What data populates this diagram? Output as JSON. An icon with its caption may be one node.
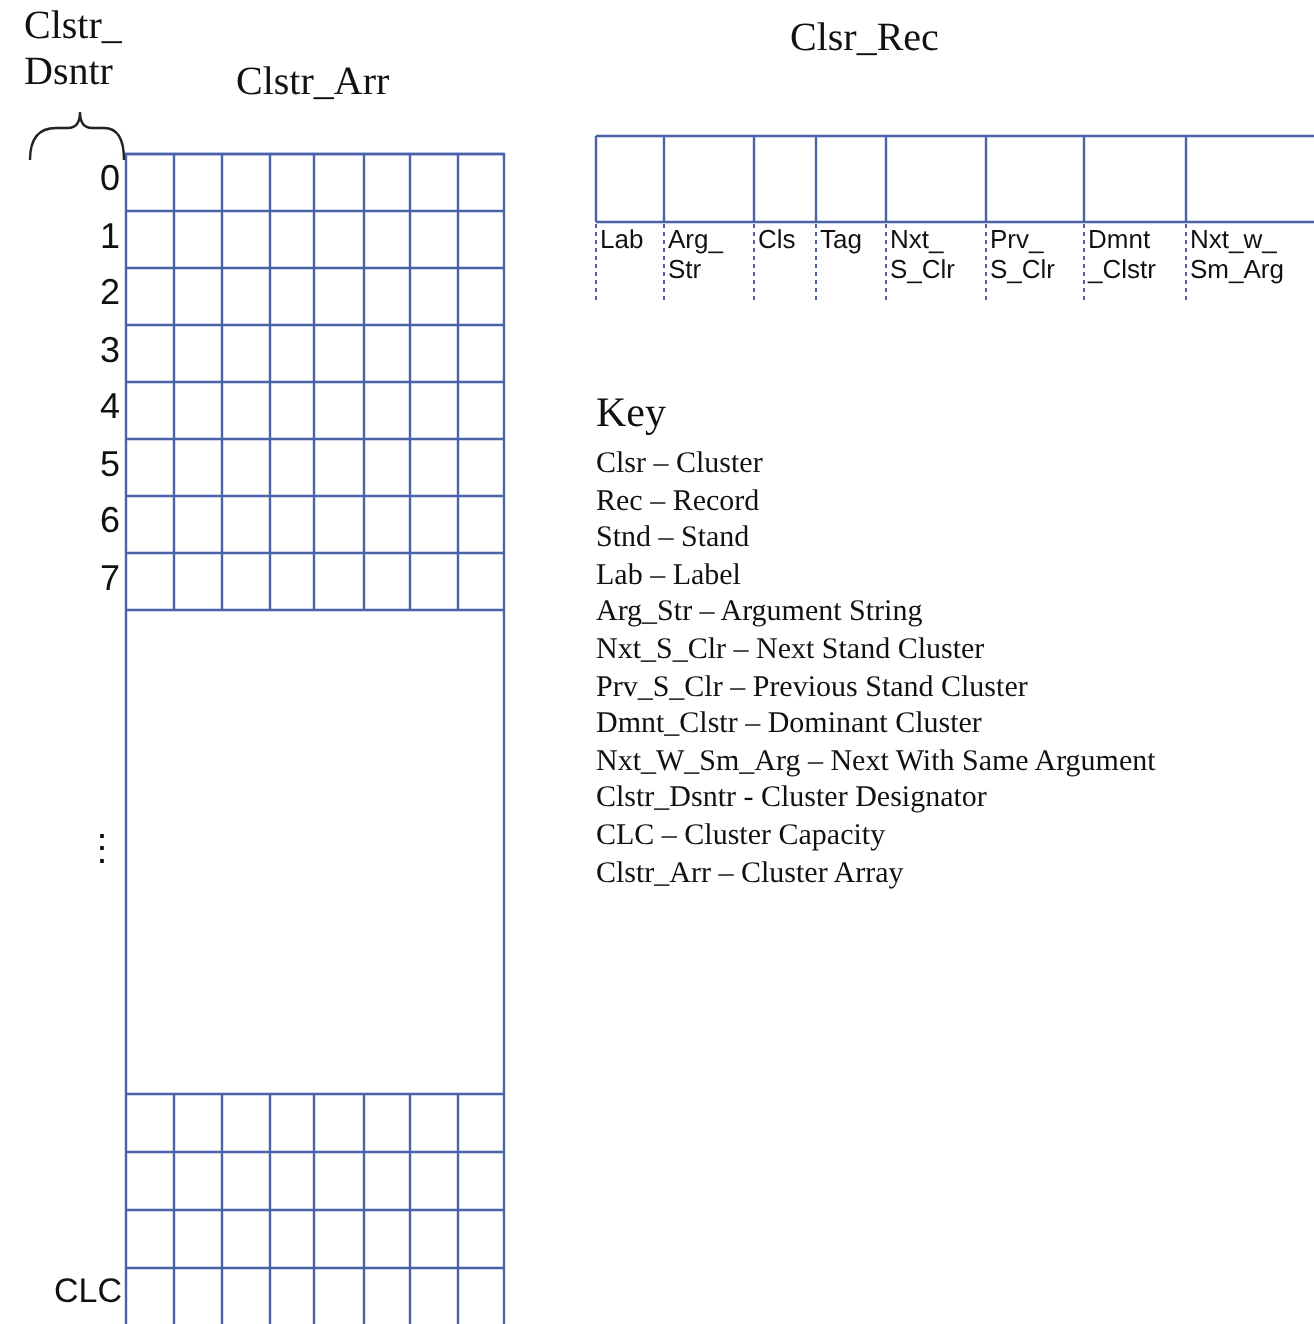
{
  "diagram": {
    "labels": [
      "Clstr_ Dsntr",
      "Clstr_Arr",
      "Clsr_Rec",
      "0",
      "1",
      "2",
      "3",
      "4",
      "5",
      "6",
      "7",
      "⋮",
      "CLC",
      "Lab",
      "Arg_ Str",
      "Cls",
      "Tag",
      "Nxt_ S_Clr",
      "Prv_ S_Clr",
      "Dmnt _Clstr",
      "Nxt_w_ Sm_Arg",
      "Key",
      "Clsr – Cluster",
      "Rec – Record",
      "Stnd – Stand",
      "Lab – Label",
      "Arg_Str – Argument String",
      "Nxt_S_Clr – Next Stand Cluster",
      "Prv_S_Clr – Previous Stand Cluster",
      "Dmnt_Clstr – Dominant Cluster",
      "Nxt_W_Sm_Arg – Next With Same Argument",
      "Clstr_Dsntr - Cluster Designator",
      "CLC – Cluster Capacity",
      "Clstr_Arr – Cluster Array"
    ]
  }
}
